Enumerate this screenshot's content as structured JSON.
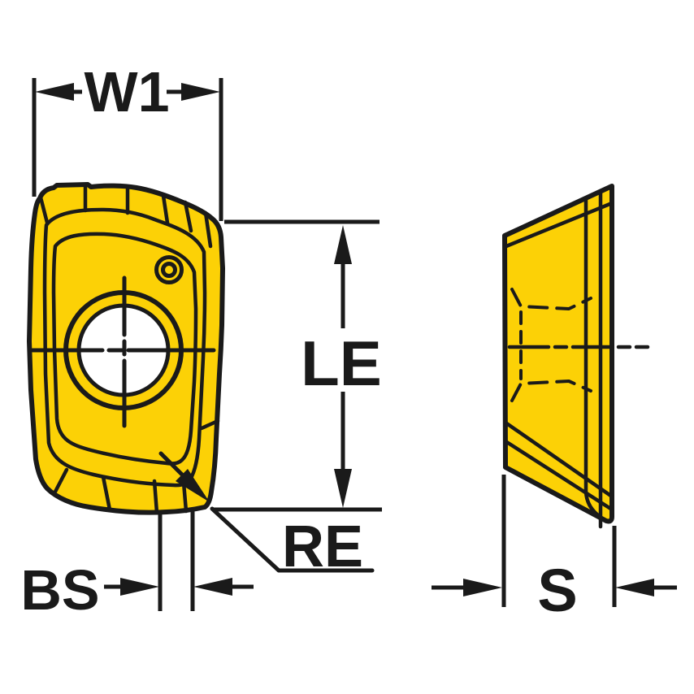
{
  "drawing": {
    "labels": {
      "width": "W1",
      "cutting_edge_length": "LE",
      "corner_radius": "RE",
      "wiper_edge": "BS",
      "thickness": "S"
    },
    "colors": {
      "insert": "#fcd106",
      "outline": "#1a1a1a",
      "background": "#ffffff"
    }
  }
}
